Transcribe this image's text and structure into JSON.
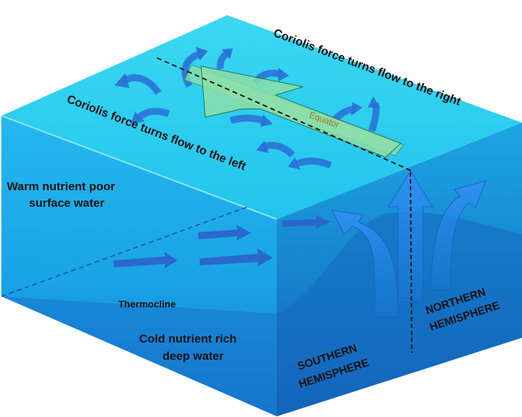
{
  "labels": {
    "coriolis_right": "Coriolis force turns flow to the right",
    "coriolis_left": "Coriolis force turns flow to the left",
    "equator": "Equator",
    "warm_water_line1": "Warm nutrient poor",
    "warm_water_line2": "surface water",
    "thermocline": "Thermocline",
    "cold_water_line1": "Cold nutrient rich",
    "cold_water_line2": "deep water",
    "southern_line1": "SOUTHERN",
    "southern_line2": "HEMISPHERE",
    "northern_line1": "NORTHERN",
    "northern_line2": "HEMISPHERE"
  },
  "colors": {
    "top_surface": "#2bd0ee",
    "front_face_upper": "#1fb2ec",
    "front_face_lower": "#1a86d2",
    "side_face_upper": "#1aa9e6",
    "side_face_lower": "#1473c6",
    "arrow_blue": "#2a6fd6",
    "equator_band": "#8fe0a8",
    "equator_text": "#a07a2a"
  }
}
